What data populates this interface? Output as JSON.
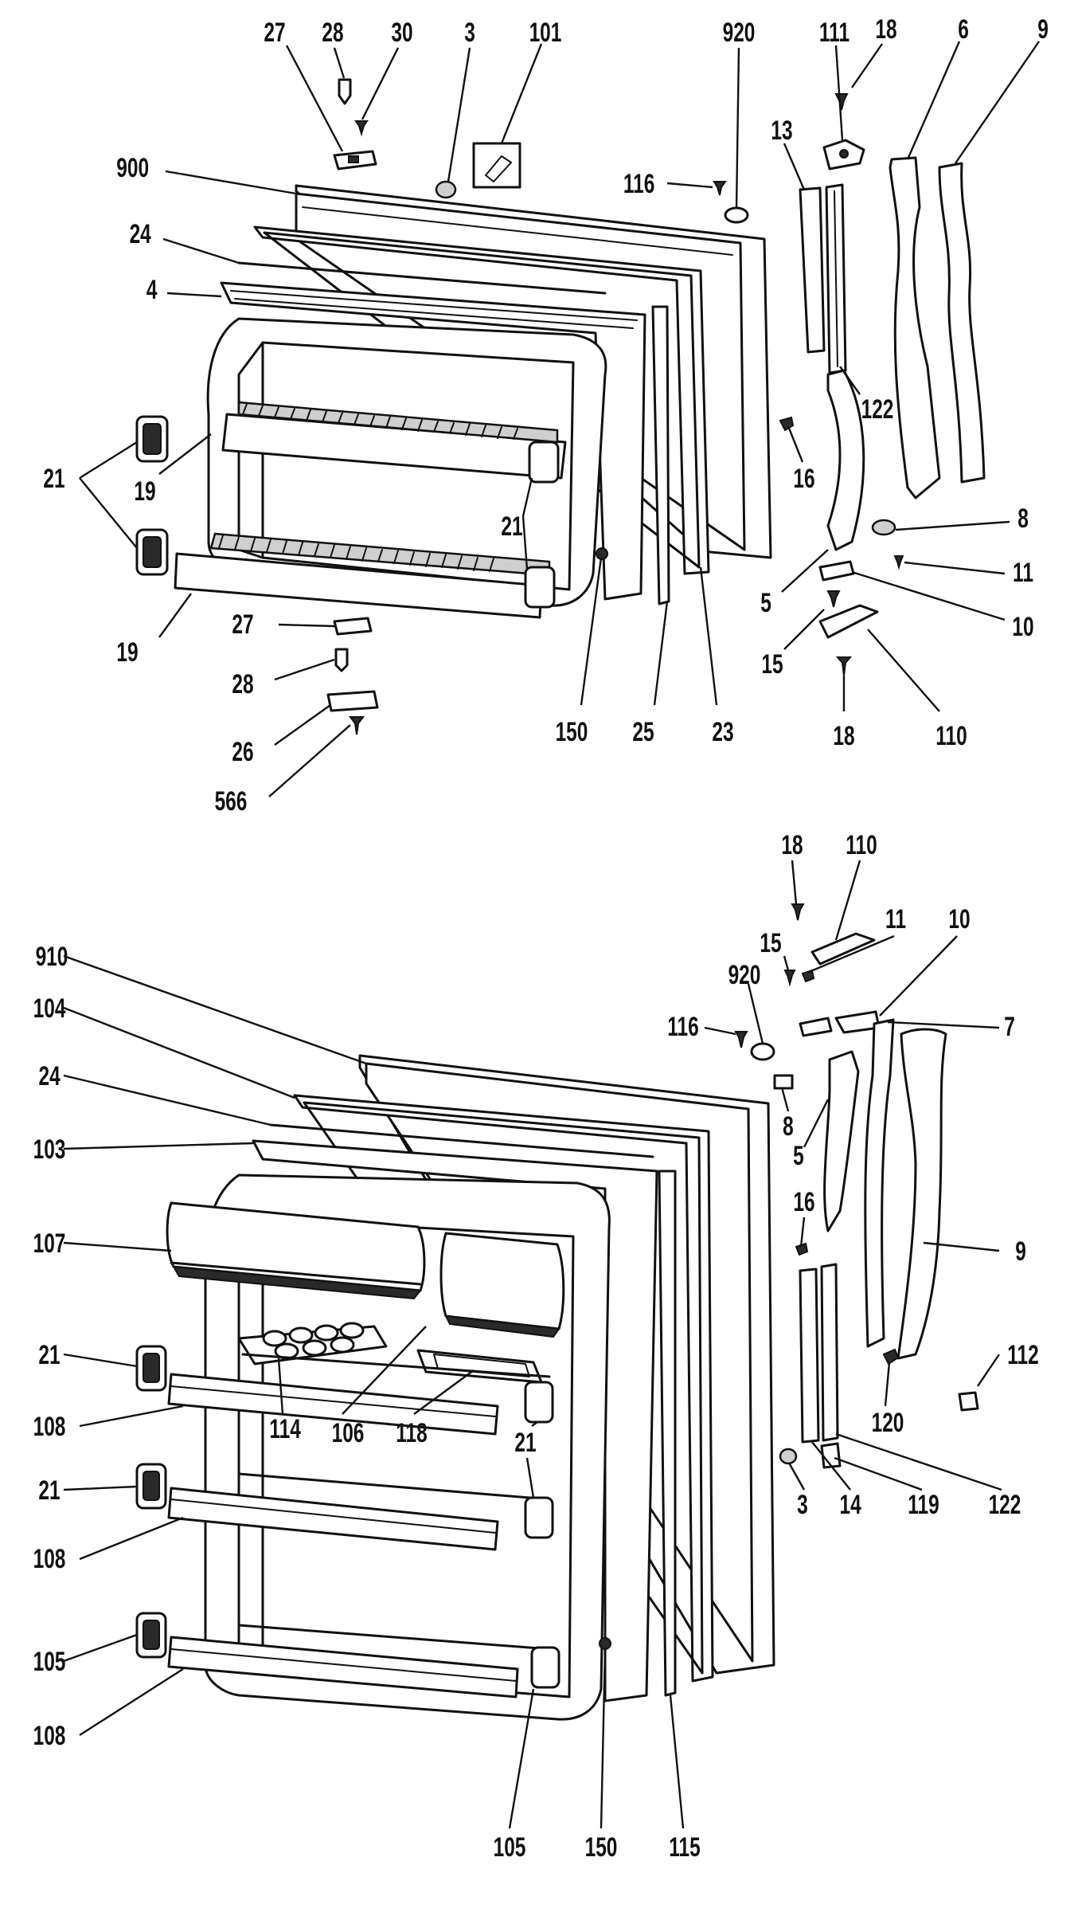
{
  "upper_door_callouts": {
    "c27a": "27",
    "c28a": "28",
    "c30": "30",
    "c3a": "3",
    "c101": "101",
    "c920a": "920",
    "c111": "111",
    "c18a": "18",
    "c6": "6",
    "c9a": "9",
    "c900": "900",
    "c116a": "116",
    "c13": "13",
    "c24a": "24",
    "c4": "4",
    "c122a": "122",
    "c21a": "21",
    "c19a": "19",
    "c16a": "16",
    "c21b": "21",
    "c8a": "8",
    "c5a": "5",
    "c11a": "11",
    "c10a": "10",
    "c19b": "19",
    "c27b": "27",
    "c15a": "15",
    "c28b": "28",
    "c26": "26",
    "c566": "566",
    "c150a": "150",
    "c25": "25",
    "c23": "23",
    "c18b": "18",
    "c110a": "110"
  },
  "lower_door_callouts": {
    "c18c": "18",
    "c110b": "110",
    "c15b": "15",
    "c11b": "11",
    "c10b": "10",
    "c910": "910",
    "c920b": "920",
    "c116b": "116",
    "c7": "7",
    "c104": "104",
    "c24b": "24",
    "c8b": "8",
    "c103": "103",
    "c5b": "5",
    "c107": "107",
    "c16b": "16",
    "c9b": "9",
    "c21c": "21",
    "c112": "112",
    "c108a": "108",
    "c114": "114",
    "c106": "106",
    "c118": "118",
    "c21d": "21",
    "c120": "120",
    "c21e": "21",
    "c108b": "108",
    "c3b": "3",
    "c14": "14",
    "c119": "119",
    "c122b": "122",
    "c105a": "105",
    "c108c": "108",
    "c105b": "105",
    "c150b": "150",
    "c115": "115"
  }
}
